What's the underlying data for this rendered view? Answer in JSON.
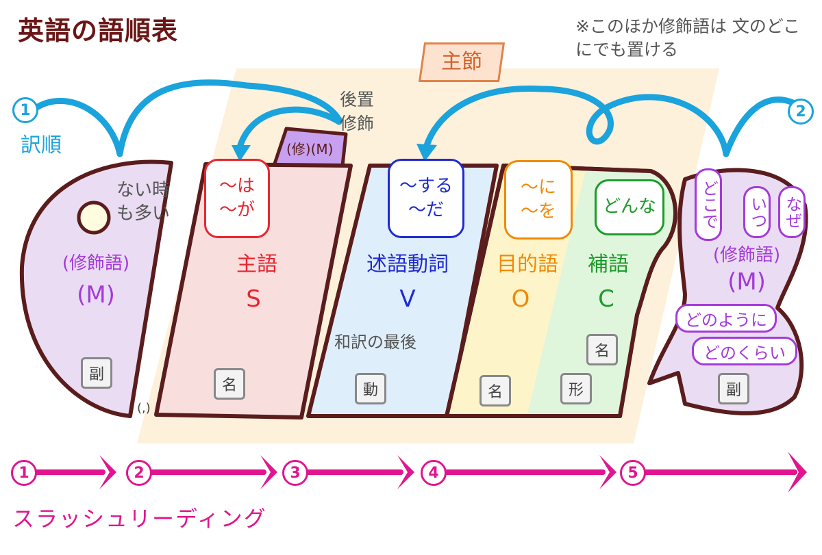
{
  "title": "英語の語順表",
  "note": "※このほか修飾語は 文のどこにでも置ける",
  "main_clause_label": "主節",
  "left_modifier": {
    "absent_note": "ない時も多い",
    "name": "(修飾語)",
    "symbol": "(M)",
    "pos_tag": "副",
    "comma": "(,)"
  },
  "post_modifier": {
    "tab": "(修)(M)",
    "caption": "後置修飾"
  },
  "subject": {
    "bubble_lines": [
      "～は",
      "～が"
    ],
    "name": "主語",
    "symbol": "S",
    "pos_tag": "名",
    "color": "#e8262f"
  },
  "verb": {
    "bubble_lines": [
      "～する",
      "～だ"
    ],
    "name": "述語動詞",
    "symbol": "V",
    "pos_tag": "動",
    "note": "和訳の最後",
    "color": "#1f2ad1"
  },
  "object": {
    "bubble_lines": [
      "～に",
      "～を"
    ],
    "name": "目的語",
    "symbol": "O",
    "pos_tag": "名",
    "color": "#f08a06"
  },
  "complement": {
    "bubble_lines": [
      "どんな"
    ],
    "name": "補語",
    "symbol": "C",
    "pos_tags": [
      "名",
      "形"
    ],
    "color": "#1e9a2a"
  },
  "right_modifier": {
    "questions": [
      "どこで",
      "いつ",
      "なぜ"
    ],
    "name": "(修飾語)",
    "symbol": "(M)",
    "manner": [
      "どのように",
      "どのくらい"
    ],
    "pos_tag": "副",
    "color": "#a43ad8"
  },
  "translation_order": {
    "label": "訳順",
    "first": "1",
    "second": "2",
    "color": "#1aa3dc"
  },
  "slash_reading": {
    "steps": [
      "1",
      "2",
      "3",
      "4",
      "5"
    ],
    "label": "スラッシュリーディング",
    "color": "#e0158f"
  }
}
